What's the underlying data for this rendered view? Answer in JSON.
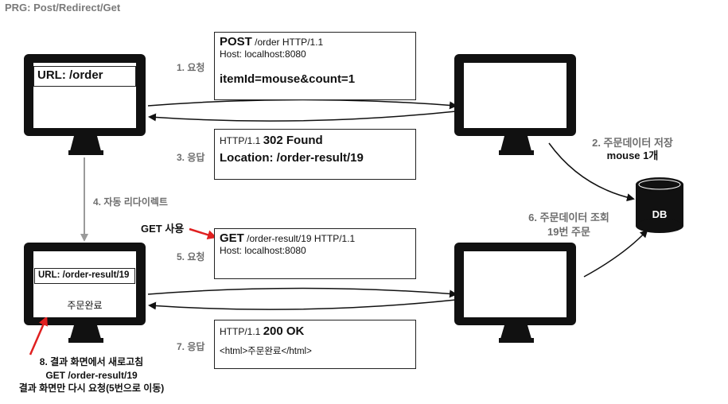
{
  "title": "PRG: Post/Redirect/Get",
  "client_top": {
    "url_label": "URL: /order"
  },
  "client_bottom": {
    "url_label": "URL: /order-result/19",
    "content": "주문완료"
  },
  "step1": {
    "label": "1. 요청",
    "line1_method": "POST",
    "line1_rest": " /order HTTP/1.1",
    "line2": "Host: localhost:8080",
    "line3": "itemId=mouse&count=1"
  },
  "step2": {
    "line1": "2. 주문데이터 저장",
    "line2": "mouse 1개"
  },
  "step3": {
    "label": "3. 응답",
    "line1_pre": "HTTP/1.1 ",
    "line1_status": "302 Found",
    "line2": "Location: /order-result/19"
  },
  "step4": {
    "label": "4. 자동 리다이렉트"
  },
  "get_use": "GET 사용",
  "step5": {
    "label": "5. 요청",
    "line1_method": "GET",
    "line1_rest": " /order-result/19 HTTP/1.1",
    "line2": "Host: localhost:8080"
  },
  "step6": {
    "line1": "6. 주문데이터 조회",
    "line2": "19번 주문"
  },
  "step7": {
    "label": "7. 응답",
    "line1_pre": "HTTP/1.1 ",
    "line1_status": "200 OK",
    "line2": "<html>주문완료</html>"
  },
  "step8": {
    "line1": "8. 결과 화면에서 새로고침",
    "line2": "GET /order-result/19",
    "line3": "결과 화면만 다시 요청(5번으로 이동)"
  },
  "db_label": "DB",
  "colors": {
    "accent_red": "#e02020",
    "label_gray": "#6e6e6e",
    "monitor": "#111111",
    "redirect_arrow": "#9a9a9a"
  }
}
